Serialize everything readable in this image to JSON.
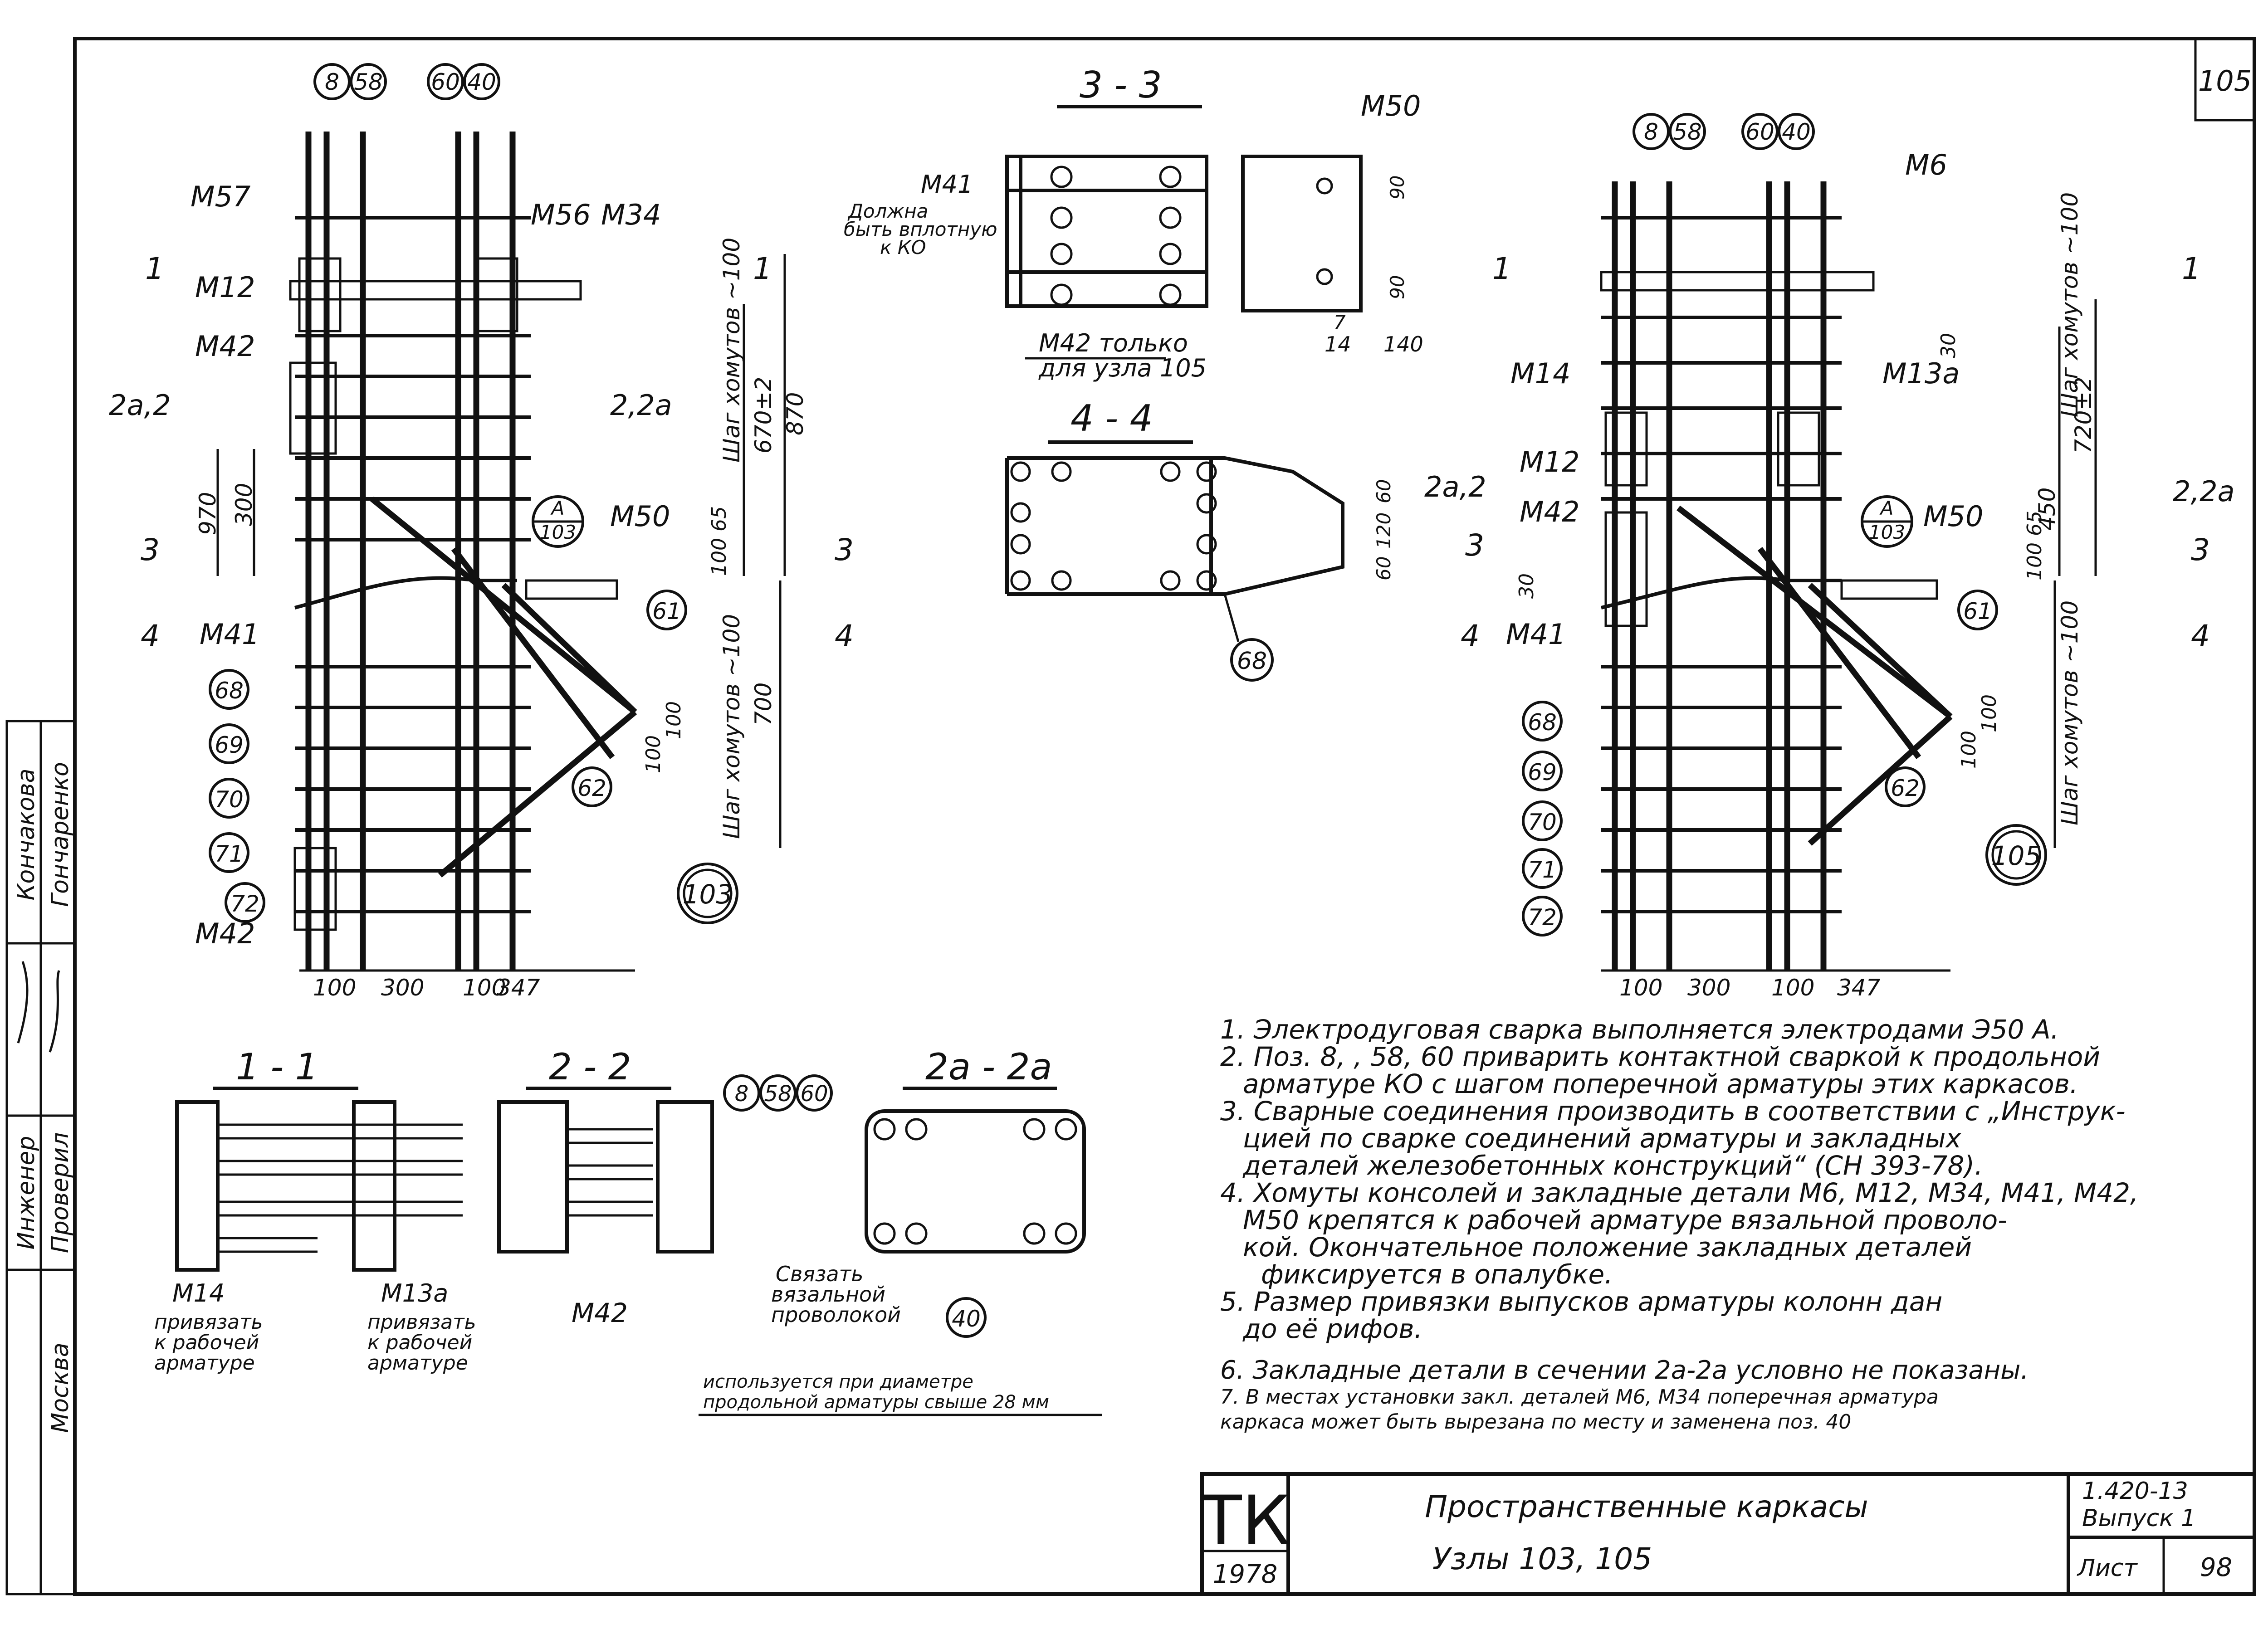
{
  "sheet_number_top": "105",
  "sections": {
    "s33": "3 - 3",
    "s44": "4 - 4",
    "s11": "1 - 1",
    "s22": "2 - 2",
    "s2a": "2a - 2a"
  },
  "node103": {
    "bubbles": [
      "8",
      "58",
      "60",
      "40",
      "61",
      "62",
      "68",
      "69",
      "70",
      "71",
      "72"
    ],
    "node_label": "103",
    "ref_top": "A",
    "ref_bottom": "103",
    "labels": {
      "m57": "М57",
      "m12": "М12",
      "m42a": "М42",
      "m56": "М56",
      "m34": "М34",
      "m50": "М50",
      "m41": "М41",
      "m42b": "М42"
    },
    "cuts": {
      "c1": "1",
      "c2a2": "2а,2",
      "c22a": "2,2а",
      "c3": "3",
      "c4": "4"
    },
    "dims": {
      "d970": "970",
      "d300": "300",
      "d870": "870",
      "d670": "670±2",
      "step1": "Шаг хомутов ~100",
      "step2": "Шаг хомутов ~100",
      "d100_65": "100 65",
      "d700": "700",
      "d100a": "100",
      "d100b": "100",
      "b100": "100",
      "b300": "300",
      "b100b": "100",
      "b347": "347"
    }
  },
  "node105": {
    "bubbles": [
      "8",
      "58",
      "60",
      "40",
      "61",
      "62",
      "68",
      "69",
      "70",
      "71",
      "72"
    ],
    "node_label": "105",
    "ref_top": "A",
    "ref_bottom": "103",
    "labels": {
      "m6": "М6",
      "m14": "М14",
      "m13a": "М13а",
      "m12": "М12",
      "m42": "М42",
      "m41": "М41",
      "m50": "М50"
    },
    "cuts": {
      "c1": "1",
      "c2a2": "2а,2",
      "c22a": "2,2а",
      "c3": "3",
      "c4": "4"
    },
    "dims": {
      "d30": "30",
      "d30b": "30",
      "d450": "450",
      "d720": "720±2",
      "step1": "Шаг хомутов ~100",
      "step2": "Шаг хомутов ~100",
      "d100_65": "100 65",
      "d100a": "100",
      "d100b": "100",
      "b100": "100",
      "b300": "300",
      "b100b": "100",
      "b347": "347"
    }
  },
  "sec33": {
    "m41": "М41",
    "note1": "Должна",
    "note2": "быть вплотную",
    "note3": "к КО",
    "m42": "М42 только",
    "m42b": "для узла 105",
    "m50": "М50",
    "d90a": "90",
    "d90b": "90",
    "d14": "14",
    "d140": "140",
    "d7": "7"
  },
  "sec44": {
    "bubble": "68",
    "d60a": "60",
    "d120": "120",
    "d60b": "60"
  },
  "sec11": {
    "m14": "М14",
    "m14_note": [
      "привязать",
      "к рабочей",
      "арматуре"
    ],
    "m13a": "М13а",
    "m13a_note": [
      "привязать",
      "к рабочей",
      "арматуре"
    ]
  },
  "sec22": {
    "m42": "М42",
    "bubbles": [
      "8",
      "58",
      "60"
    ]
  },
  "sec2a": {
    "tie": [
      "Связать",
      "вязальной",
      "проволокой"
    ],
    "bubble": "40",
    "usage": [
      "используется при диаметре",
      "продольной арматуры свыше 28 мм"
    ]
  },
  "notes": [
    "1. Электродуговая сварка выполняется электродами Э50 А.",
    "2. Поз. 8, , 58, 60 приварить контактной сваркой к продольной",
    "арматуре КО с шагом поперечной арматуры этих каркасов.",
    "3. Сварные соединения производить в соответствии с „Инструк-",
    "цией по сварке соединений арматуры и закладных",
    "деталей железобетонных конструкций“ (СН 393-78).",
    "4. Хомуты консолей и закладные детали М6, М12, М34, М41, М42,",
    "М50 крепятся к рабочей арматуре вязальной проволо-",
    "кой. Окончательное положение закладных деталей",
    "фиксируется в опалубке.",
    "5. Размер привязки выпусков арматуры колонн дан",
    "до её рифов.",
    "6. Закладные детали в сечении 2а-2а условно не показаны.",
    "7. В местах установки закл. деталей М6, М34 поперечная арматура",
    "каркаса может быть вырезана по месту и заменена поз. 40"
  ],
  "left_strip": {
    "row1": [
      "Кончакова",
      "Гончаренко"
    ],
    "row3": [
      "Инженер",
      "Проверил"
    ],
    "row4": [
      "Москва"
    ]
  },
  "title_block": {
    "logo": "ТК",
    "year": "1978",
    "title_line1": "Пространственные каркасы",
    "title_line2": "Узлы 103, 105",
    "series": "1.420-13",
    "issue": "Выпуск 1",
    "sheet_label": "Лист",
    "sheet": "98"
  }
}
